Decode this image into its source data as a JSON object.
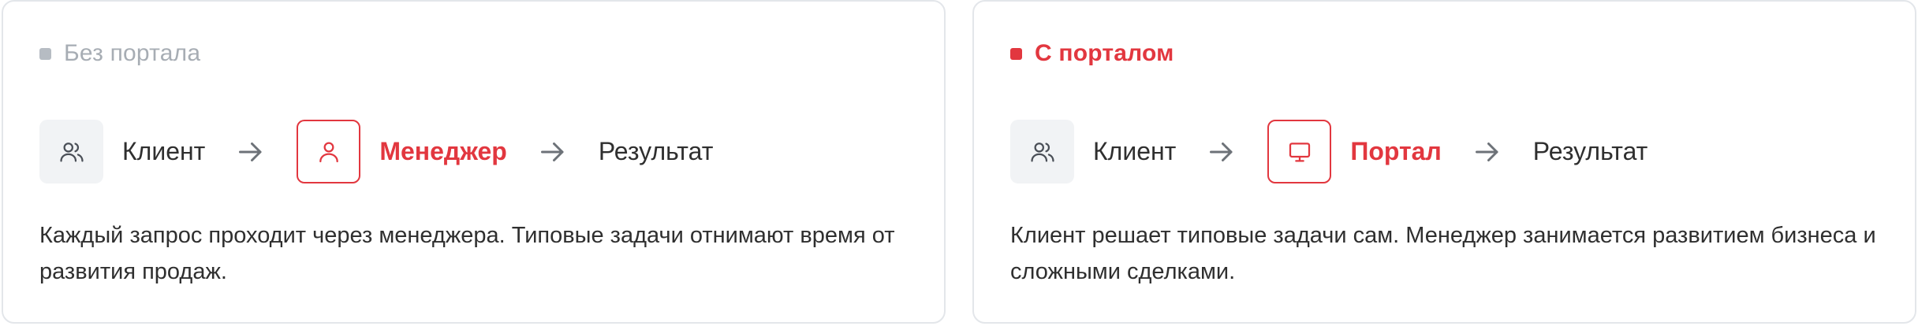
{
  "cards": [
    {
      "badge": "Без портала",
      "flow": {
        "from_label": "Клиент",
        "middle_label": "Менеджер",
        "to_label": "Результат"
      },
      "icons": {
        "from": "users-icon",
        "middle": "user-icon",
        "arrow": "arrow-right-icon"
      },
      "description": "Каждый запрос проходит через менеджера. Типовые задачи отнимают время от развития продаж."
    },
    {
      "badge": "С порталом",
      "flow": {
        "from_label": "Клиент",
        "middle_label": "Портал",
        "to_label": "Результат"
      },
      "icons": {
        "from": "users-icon",
        "middle": "monitor-icon",
        "arrow": "arrow-right-icon"
      },
      "description": "Клиент решает типовые задачи сам. Менеджер занимается развитием бизнеса и сложными сделками."
    }
  ],
  "colors": {
    "accent": "#e2373f",
    "muted": "#a7adb4",
    "neutral_bg": "#f1f3f5",
    "border": "#e3e6ea"
  }
}
